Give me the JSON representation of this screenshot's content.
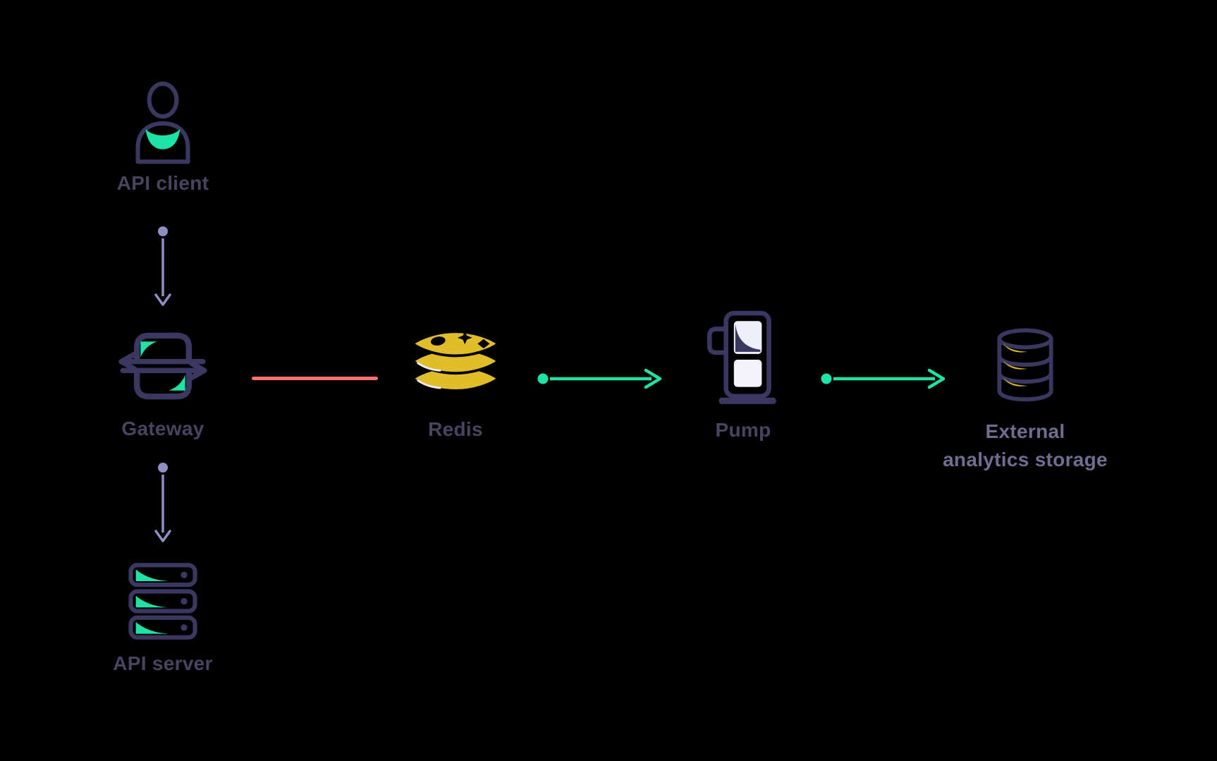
{
  "colors": {
    "background": "#000000",
    "icon_outline": "#3a3760",
    "accent_teal": "#1ee3a7",
    "accent_yellow": "#e2bd2a",
    "arrow_lavender": "#8f8fc5",
    "line_red": "#ff7070",
    "label_dark": "#474460",
    "label_light": "#6f6d90",
    "pump_screen_fill": "#efeefb"
  },
  "nodes": [
    {
      "id": "api-client",
      "label": "API client",
      "icon": "user-icon"
    },
    {
      "id": "gateway",
      "label": "Gateway",
      "icon": "gateway-arrows-icon"
    },
    {
      "id": "api-server",
      "label": "API server",
      "icon": "server-stack-icon"
    },
    {
      "id": "redis",
      "label": "Redis",
      "icon": "redis-logo-icon"
    },
    {
      "id": "pump",
      "label": "Pump",
      "icon": "fuel-pump-icon"
    },
    {
      "id": "external-analytics-storage",
      "label": "External analytics storage",
      "label_lines": [
        "External",
        "analytics storage"
      ],
      "icon": "database-icon"
    }
  ],
  "edges": [
    {
      "from": "api-client",
      "to": "gateway",
      "style": "lavender-arrow-down"
    },
    {
      "from": "gateway",
      "to": "api-server",
      "style": "lavender-arrow-down"
    },
    {
      "from": "gateway",
      "to": "redis",
      "style": "red-line"
    },
    {
      "from": "redis",
      "to": "pump",
      "style": "teal-arrow-right"
    },
    {
      "from": "pump",
      "to": "external-analytics-storage",
      "style": "teal-arrow-right"
    }
  ]
}
